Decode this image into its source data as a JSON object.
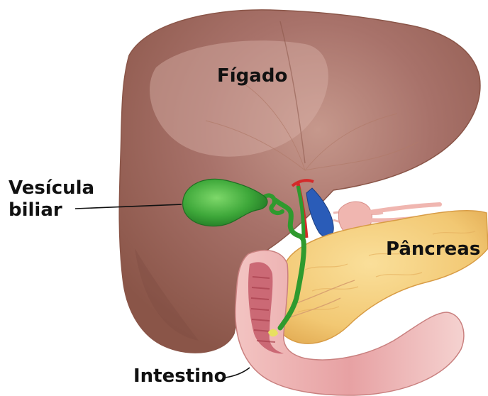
{
  "labels": {
    "liver": "Fígado",
    "gallbladder_line1": "Vesícula",
    "gallbladder_line2": "biliar",
    "pancreas": "Pâncreas",
    "intestine": "Intestino"
  },
  "colors": {
    "liver": "#9b6658",
    "liver_light": "#c89a8e",
    "gallbladder": "#3ea83a",
    "bile_duct": "#2f9a2e",
    "pancreas": "#f2c873",
    "intestine": "#e7a1a3",
    "intestine_inner": "#c45a68",
    "artery": "#d42a2a",
    "vein": "#2a5cb8",
    "pointer_line": "#111111"
  }
}
